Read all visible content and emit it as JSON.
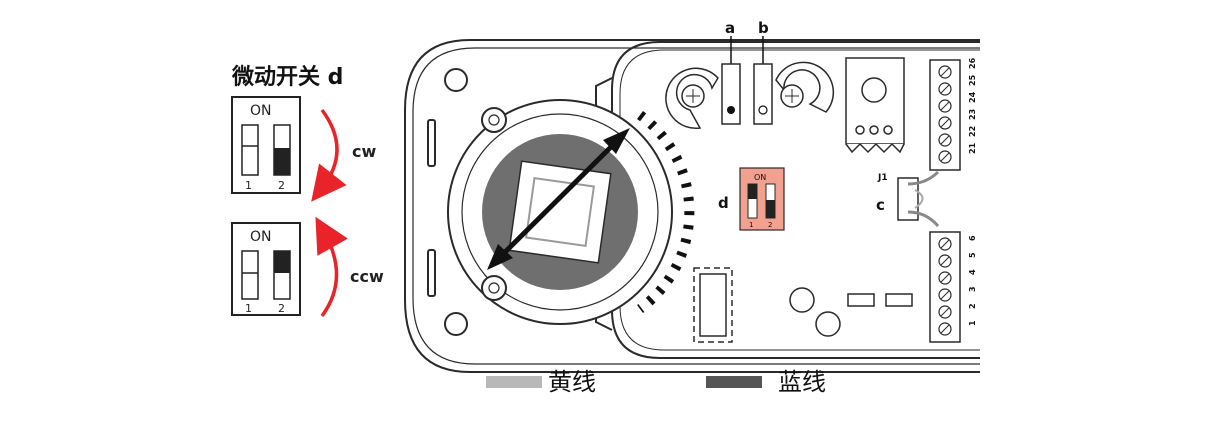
{
  "diagram": {
    "switch_title": "微动开关 d",
    "dip_on": "ON",
    "dip_pos1": "1",
    "dip_pos2": "2",
    "cw_label": "cw",
    "ccw_label": "ccw",
    "label_a": "a",
    "label_b": "b",
    "label_c": "c",
    "label_d": "d",
    "label_j1": "J1",
    "terminal_top": [
      "26",
      "25",
      "24",
      "23",
      "22",
      "21"
    ],
    "terminal_bottom": [
      "6",
      "5",
      "4",
      "3",
      "2",
      "1"
    ],
    "legend_yellow": "黄线",
    "legend_blue": "蓝线",
    "colors": {
      "arrow_red": "#e8242a",
      "dip_pink": "#f2a08f",
      "yellow_wire": "#b8b8b8",
      "blue_wire": "#555555",
      "ring_gray": "#6f6f6f",
      "outline": "#2a2a2a"
    }
  }
}
